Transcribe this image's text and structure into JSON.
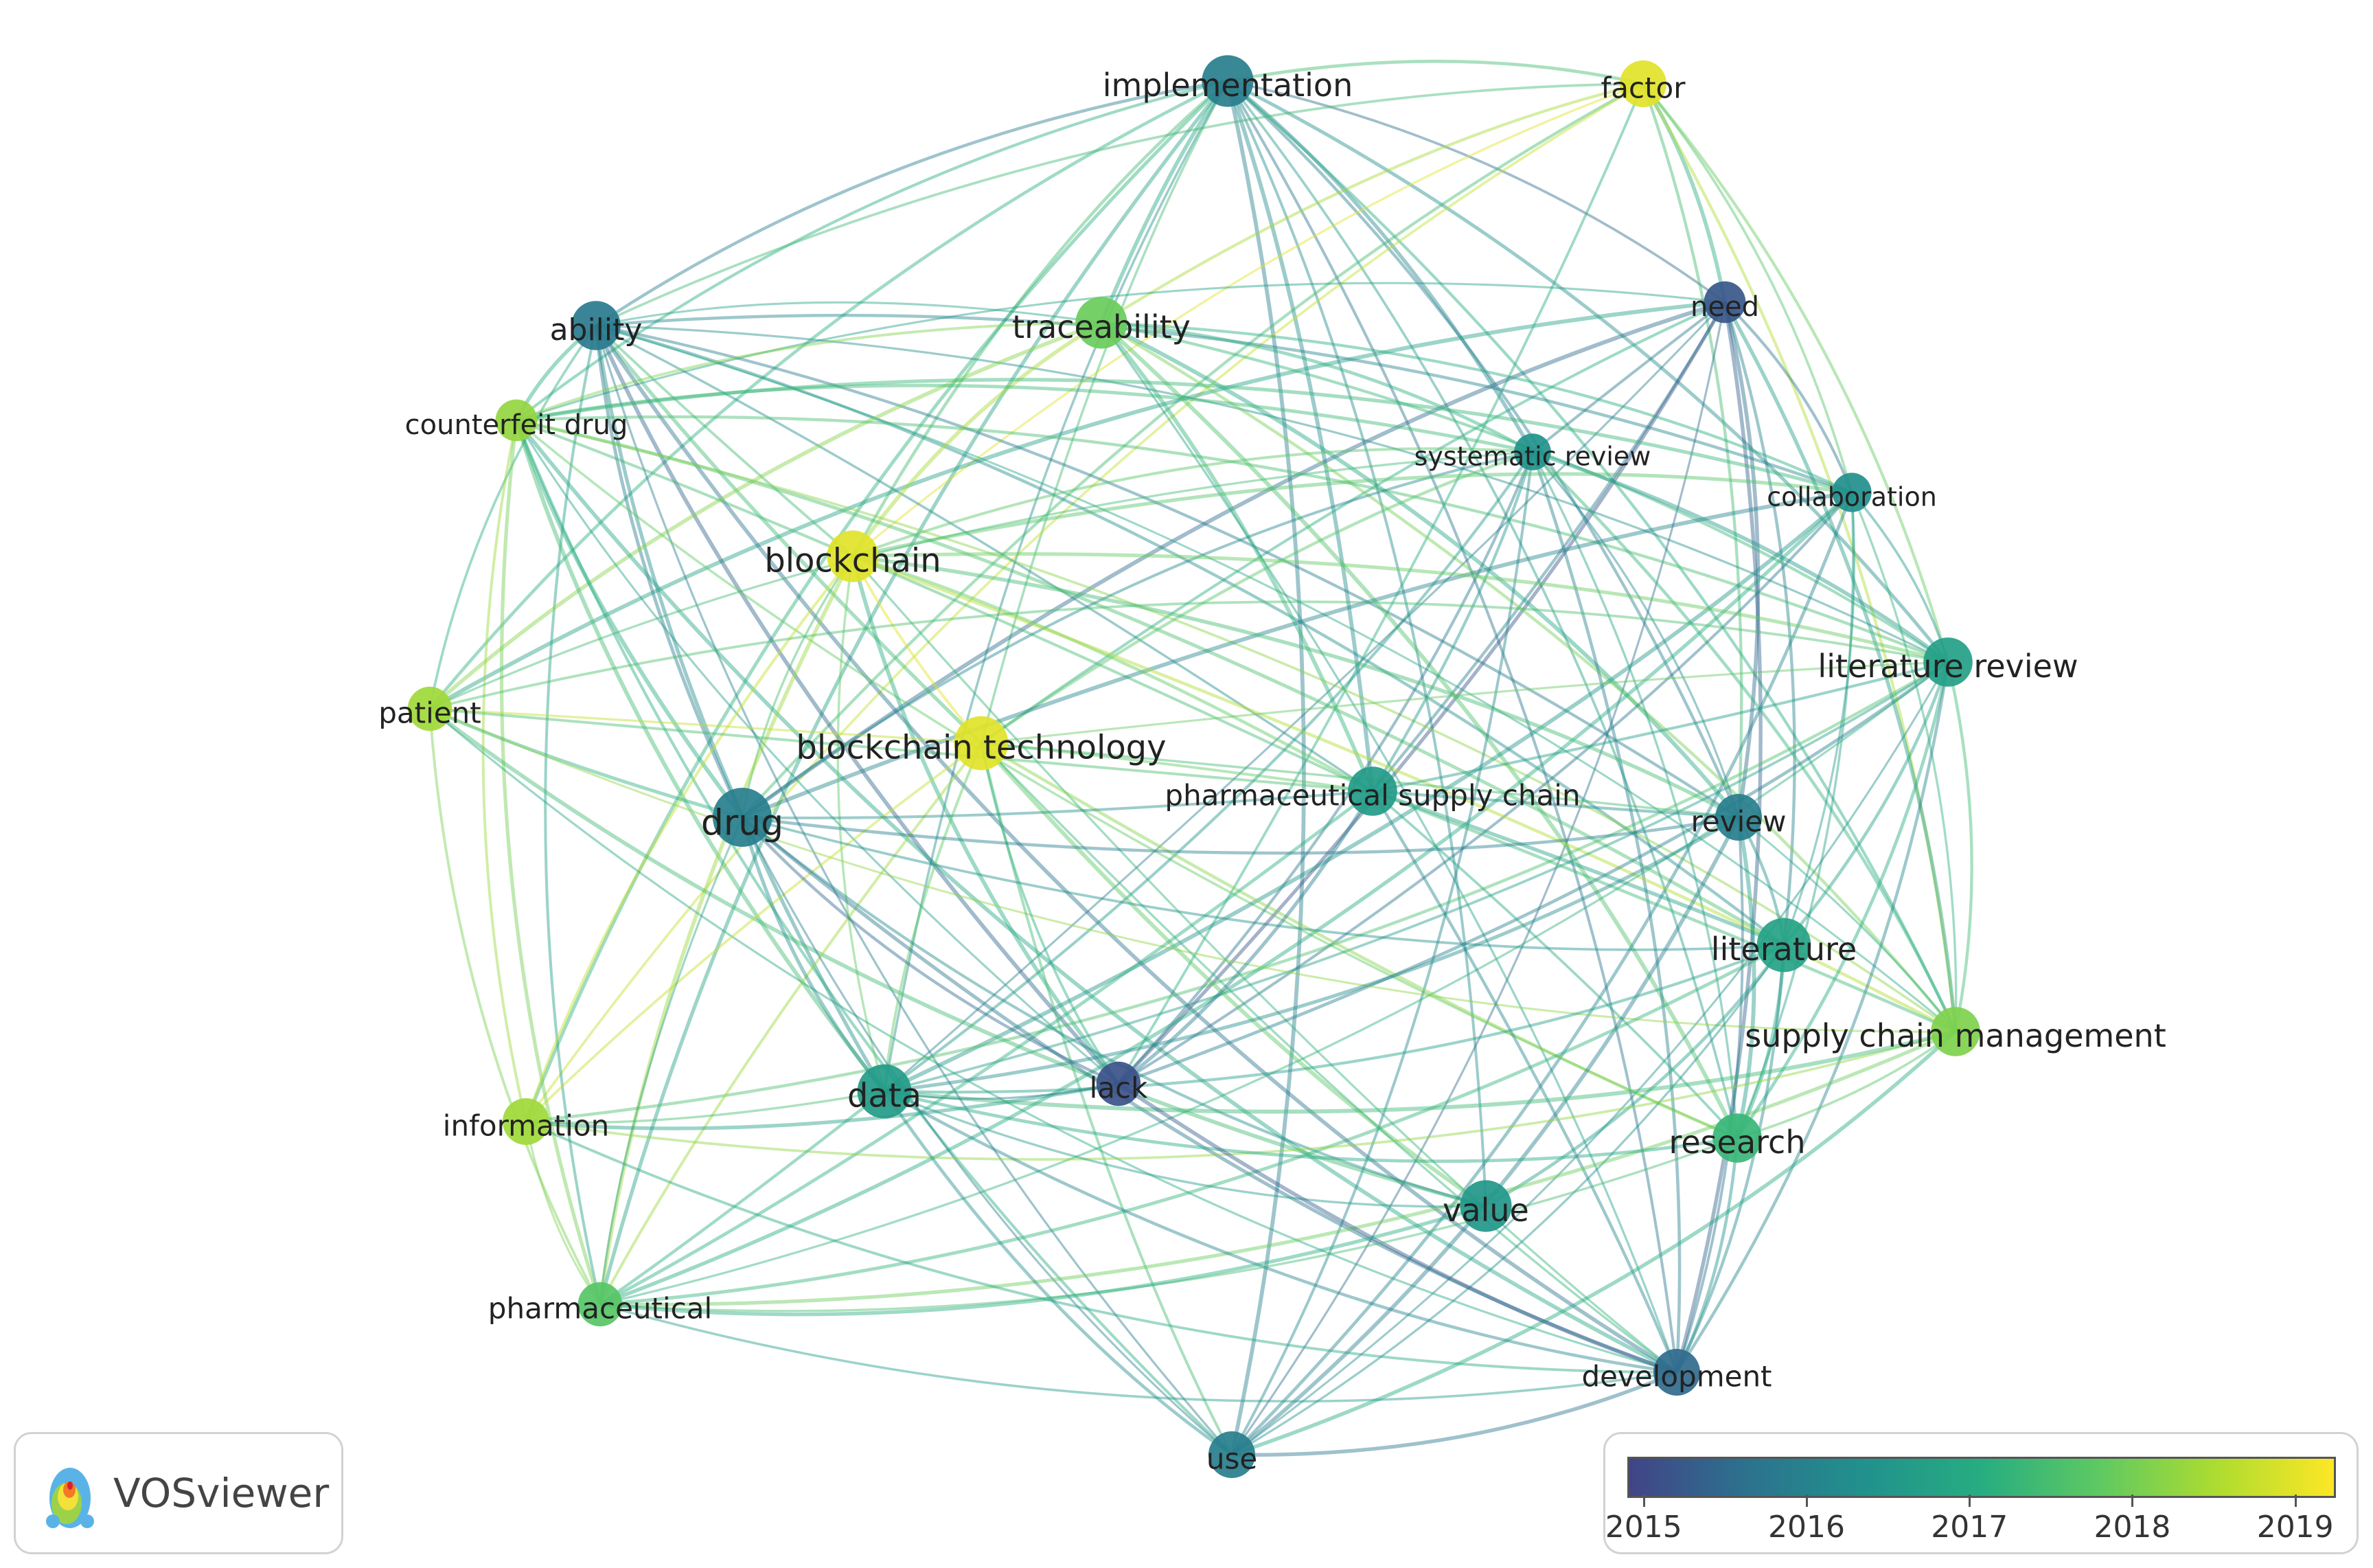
{
  "nodes": [
    {
      "id": "implementation",
      "label": "implementation",
      "year": 2015.9,
      "size": 1.2
    },
    {
      "id": "factor",
      "label": "factor",
      "year": 2019.0,
      "size": 1.0
    },
    {
      "id": "need",
      "label": "need",
      "year": 2015.2,
      "size": 0.8
    },
    {
      "id": "ability",
      "label": "ability",
      "year": 2015.8,
      "size": 1.1
    },
    {
      "id": "traceability",
      "label": "traceability",
      "year": 2017.9,
      "size": 1.2
    },
    {
      "id": "counterfeit-drug",
      "label": "counterfeit drug",
      "year": 2018.3,
      "size": 0.8
    },
    {
      "id": "systematic-review",
      "label": "systematic review",
      "year": 2016.4,
      "size": 0.6
    },
    {
      "id": "collaboration",
      "label": "collaboration",
      "year": 2016.3,
      "size": 0.7
    },
    {
      "id": "blockchain",
      "label": "blockchain",
      "year": 2019.0,
      "size": 1.2
    },
    {
      "id": "literature-review",
      "label": "literature review",
      "year": 2016.7,
      "size": 1.1
    },
    {
      "id": "patient",
      "label": "patient",
      "year": 2018.4,
      "size": 0.9
    },
    {
      "id": "blockchain-technology",
      "label": "blockchain technology",
      "year": 2019.0,
      "size": 1.3
    },
    {
      "id": "pharmaceutical-supply-chain",
      "label": "pharmaceutical supply chain",
      "year": 2016.6,
      "size": 1.1
    },
    {
      "id": "drug",
      "label": "drug",
      "year": 2015.9,
      "size": 1.5
    },
    {
      "id": "review",
      "label": "review",
      "year": 2015.9,
      "size": 1.0
    },
    {
      "id": "literature",
      "label": "literature",
      "year": 2016.8,
      "size": 1.3
    },
    {
      "id": "supply-chain-management",
      "label": "supply chain management",
      "year": 2018.1,
      "size": 1.1
    },
    {
      "id": "information",
      "label": "information",
      "year": 2018.4,
      "size": 1.0
    },
    {
      "id": "data",
      "label": "data",
      "year": 2016.6,
      "size": 1.3
    },
    {
      "id": "lack",
      "label": "lack",
      "year": 2015.1,
      "size": 0.9
    },
    {
      "id": "research",
      "label": "research",
      "year": 2017.3,
      "size": 1.1
    },
    {
      "id": "value",
      "label": "value",
      "year": 2016.5,
      "size": 1.2
    },
    {
      "id": "pharmaceutical",
      "label": "pharmaceutical",
      "year": 2017.7,
      "size": 0.9
    },
    {
      "id": "development",
      "label": "development",
      "year": 2015.5,
      "size": 1.0
    },
    {
      "id": "use",
      "label": "use",
      "year": 2015.9,
      "size": 1.0
    }
  ],
  "legend": {
    "labels": [
      "2015",
      "2016",
      "2017",
      "2018",
      "2019"
    ],
    "min_year": 2014.9,
    "max_year": 2019.25
  },
  "logo": {
    "text": "VOSviewer"
  },
  "colors": {
    "viridis": [
      "#414487",
      "#2c728e",
      "#21918c",
      "#27ad81",
      "#5ec962",
      "#addc30",
      "#fde725"
    ]
  }
}
